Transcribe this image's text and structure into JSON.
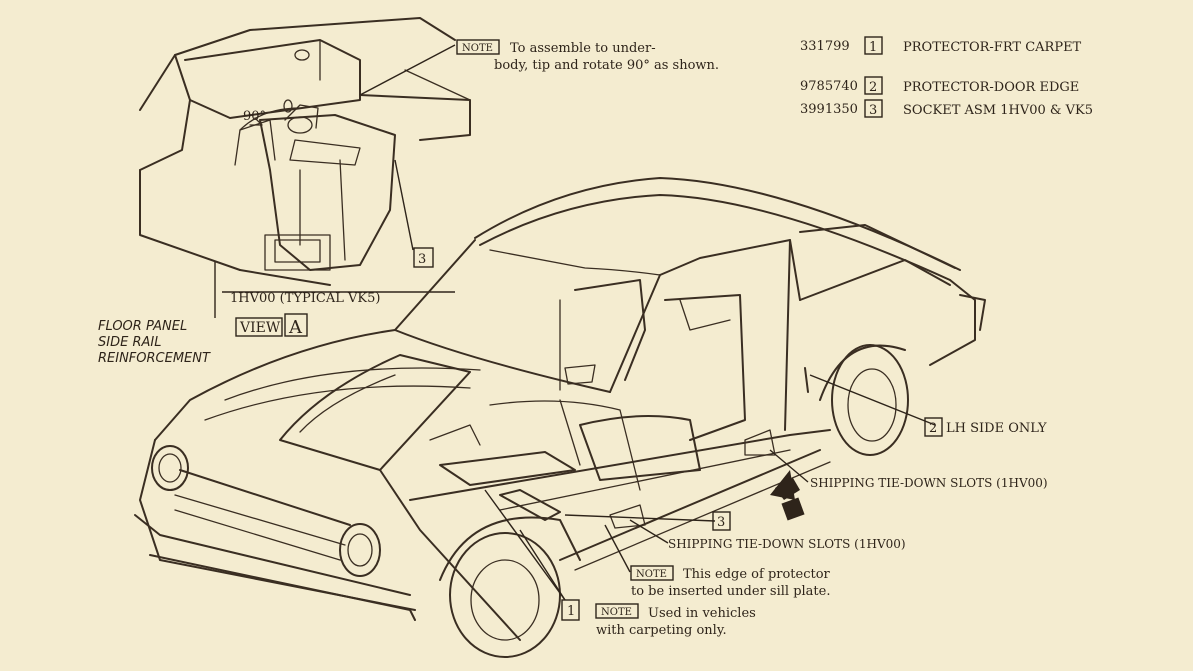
{
  "parts": [
    {
      "number": "331799",
      "callout": "1",
      "description": "PROTECTOR-FRT CARPET"
    },
    {
      "number": "9785740",
      "callout": "2",
      "description": "PROTECTOR-DOOR EDGE"
    },
    {
      "number": "3991350",
      "callout": "3",
      "description": "SOCKET ASM 1HV00 & VK5"
    }
  ],
  "note_label": "NOTE",
  "notes": {
    "assemble": [
      "To assemble to under-",
      "body, tip and rotate 90° as shown."
    ],
    "edge": [
      "This edge of protector",
      "to be inserted under sill plate."
    ],
    "carpet": [
      "Used in vehicles",
      "with carpeting only."
    ]
  },
  "detail": {
    "caption": "1HV00 (TYPICAL VK5)",
    "view_label": "VIEW",
    "view_letter": "A",
    "angle": "90°",
    "floor_label": [
      "FLOOR PANEL",
      "SIDE RAIL",
      "REINFORCEMENT"
    ]
  },
  "callouts": {
    "socket": "3",
    "socket_lower": "3",
    "door_edge": "2",
    "carpet": "1",
    "door_edge_text": "LH SIDE ONLY",
    "view_arrow": "A"
  },
  "labels": {
    "slots_upper": "SHIPPING TIE-DOWN SLOTS (1HV00)",
    "slots_lower": "SHIPPING TIE-DOWN SLOTS (1HV00)"
  }
}
